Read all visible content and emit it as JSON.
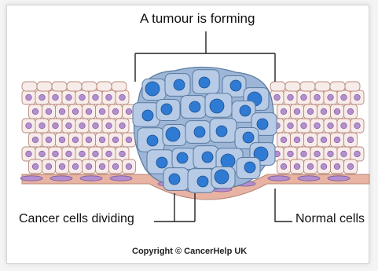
{
  "diagram": {
    "title": "A tumour is forming",
    "label_cancer": "Cancer cells dividing",
    "label_normal": "Normal cells",
    "copyright": "Copyright © CancerHelp UK"
  },
  "colors": {
    "normal_cell_fill": "#f7ecea",
    "normal_cell_stroke": "#b88a7a",
    "normal_nucleus": "#b58ed0",
    "basement_fill": "#e8b3a2",
    "tumour_cell_fill": "#b7cbe6",
    "tumour_cell_stroke": "#5a7a9e",
    "tumour_nucleus": "#2f7bd3"
  }
}
